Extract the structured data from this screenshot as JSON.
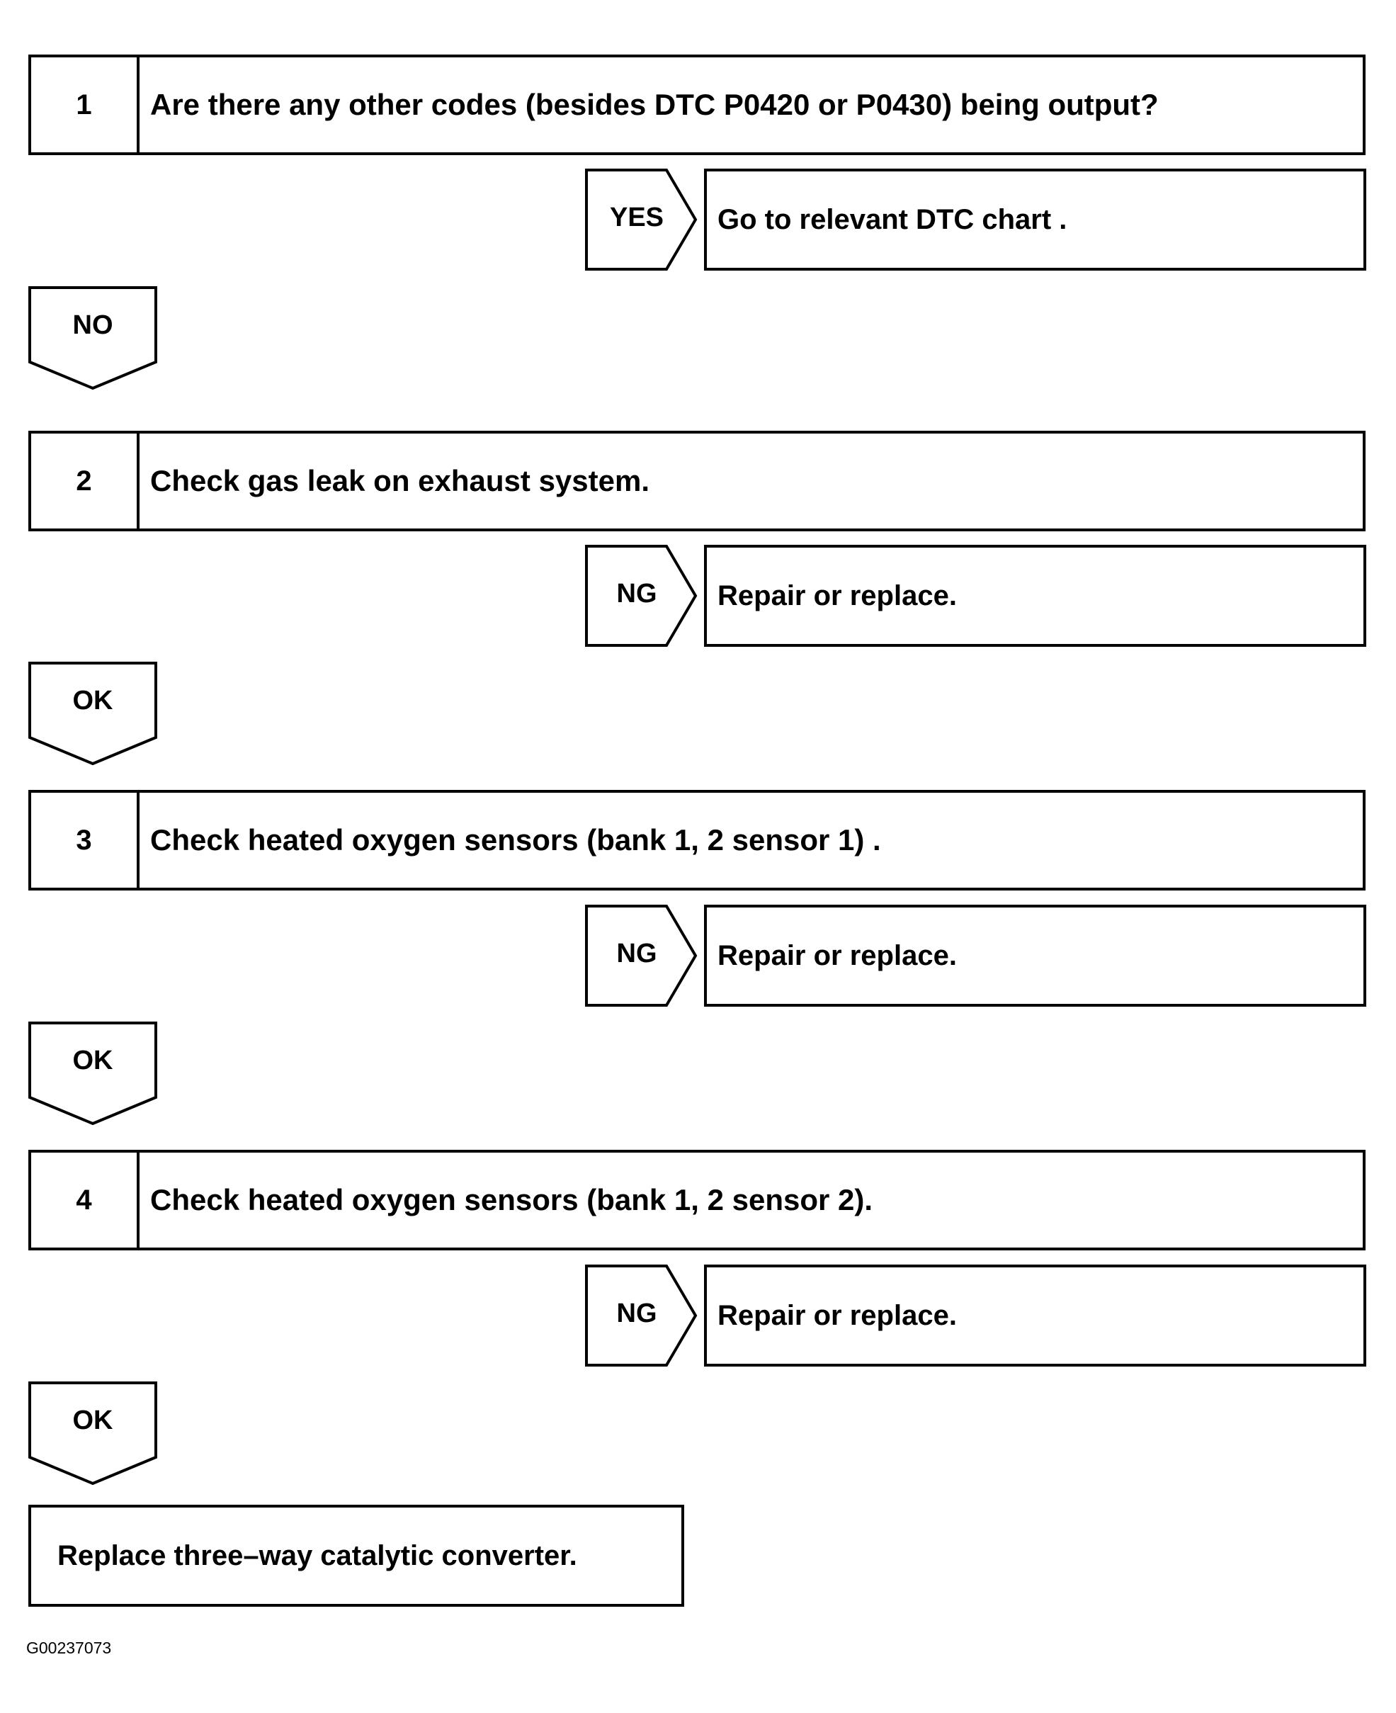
{
  "steps": [
    {
      "num": "1",
      "text": "Are there any other codes (besides DTC P0420 or P0430) being output?"
    },
    {
      "num": "2",
      "text": "Check gas leak on exhaust system."
    },
    {
      "num": "3",
      "text": "Check heated oxygen sensors (bank 1, 2 sensor 1) ."
    },
    {
      "num": "4",
      "text": "Check heated oxygen sensors (bank 1, 2 sensor 2)."
    }
  ],
  "branches": [
    {
      "label": "YES",
      "result": "Go to relevant DTC chart ."
    },
    {
      "label": "NG",
      "result": "Repair or replace."
    },
    {
      "label": "NG",
      "result": "Repair or replace."
    },
    {
      "label": "NG",
      "result": "Repair or replace."
    }
  ],
  "continues": [
    "NO",
    "OK",
    "OK",
    "OK"
  ],
  "final": {
    "text": "Replace three–way catalytic converter."
  },
  "figure_code": "G00237073"
}
